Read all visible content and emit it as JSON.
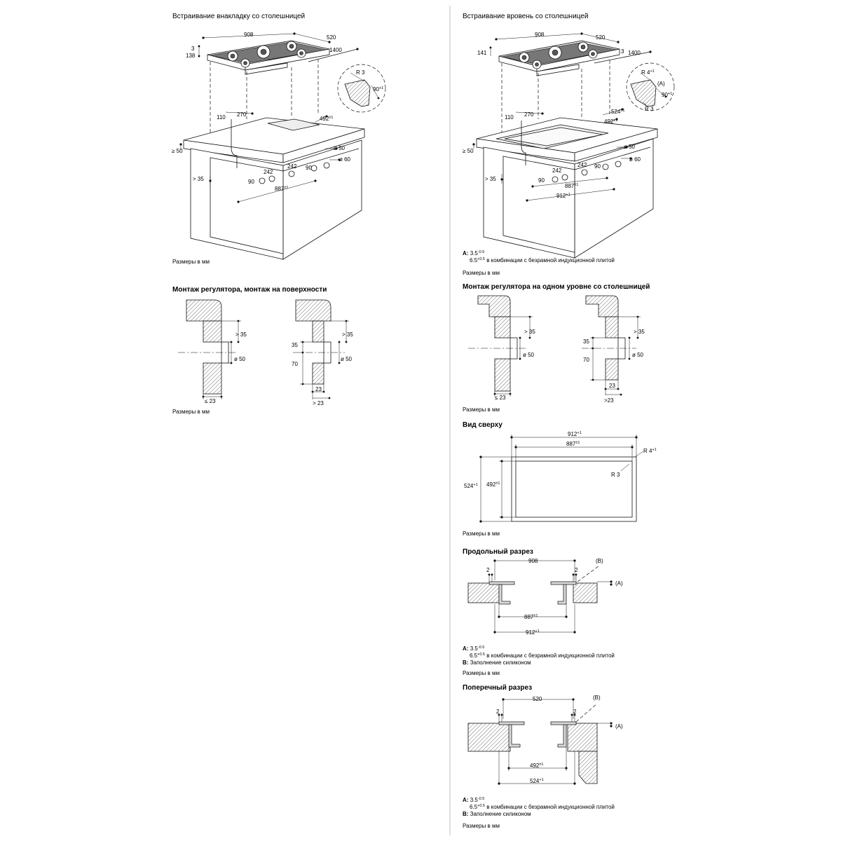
{
  "left": {
    "title_top": "Встраивание внакладку со столешницей",
    "dims_top": {
      "d908": "908",
      "d520": "520",
      "d3": "3",
      "d138": "138",
      "d1400": "1400",
      "r3": "R 3",
      "a90": "90",
      "a90sup": "+1"
    },
    "dims_body": {
      "d110": "110",
      "d270": "270",
      "d492": "492",
      "d492sup": "±1",
      "d50a": "≥ 50",
      "d35": "> 35",
      "d242a": "242",
      "d242b": "242",
      "d90a": "90",
      "d90b": "90",
      "d50": "ø 50",
      "d60": "ø 60",
      "d887": "887",
      "d887sup": "±1"
    },
    "units1": "Размеры в мм",
    "title_ctrl": "Монтаж регулятора, монтаж на поверхности",
    "ctrl": {
      "gt35a": "> 35",
      "o50a": "ø 50",
      "le23": "≤ 23",
      "d35": "35",
      "d70": "70",
      "gt35b": "> 35",
      "o50b": "ø 50",
      "d23": "23",
      "gt23": "> 23"
    },
    "units2": "Размеры в мм"
  },
  "right": {
    "title_top": "Встраивание вровень со столешницей",
    "dims_top": {
      "d908": "908",
      "d520": "520",
      "d141": "141",
      "d3": "3",
      "d1400": "1400",
      "r4": "R 4",
      "r4sup": "+1",
      "a": "(A)",
      "a90": "90",
      "a90sup": "+1",
      "r3": "R 3"
    },
    "dims_body": {
      "d110": "110",
      "d270": "270",
      "d524": "524",
      "d524sup": "±1",
      "d492": "492",
      "d492sup": "±1",
      "d50a": "≥ 50",
      "d35": "> 35",
      "d242a": "242",
      "d242b": "242",
      "d90a": "90",
      "d90b": "90",
      "d50": "ø 50",
      "d60": "ø 60",
      "d887": "887",
      "d887sup": "±1",
      "d912": "912",
      "d912sup": "+1"
    },
    "note1": {
      "a": "A:",
      "a_val": "3.5",
      "a_sup": "-0.5",
      "line2": "6.5",
      "line2_sup": "+0.5",
      "line2_text": " в комбинации с безрамной индукционной плитой"
    },
    "units1": "Размеры в мм",
    "title_ctrl": "Монтаж регулятора на одном уровне со столешницей",
    "ctrl": {
      "gt35a": "> 35",
      "o50a": "ø 50",
      "le23": "≤ 23",
      "d35": "35",
      "d70": "70",
      "gt35b": "> 35",
      "o50b": "ø 50",
      "d23": "23",
      "gt23": ">23"
    },
    "units2": "Размеры в мм",
    "title_view": "Вид сверху",
    "view": {
      "d912": "912",
      "d912sup": "+1",
      "d887": "887",
      "d887sup": "±1",
      "r4": "R 4",
      "r4sup": "+1",
      "r3": "R 3",
      "d524": "524",
      "d524sup": "+1",
      "d492": "492",
      "d492sup": "±1"
    },
    "units3": "Размеры в мм",
    "title_long": "Продольный разрез",
    "long": {
      "d908": "908",
      "b": "(B)",
      "d2a": "2",
      "d2b": "2",
      "a": "(A)",
      "d887": "887",
      "d887sup": "±1",
      "d912": "912",
      "d912sup": "+1"
    },
    "note2": {
      "a": "A:",
      "a_val": "3.5",
      "a_sup": "-0.5",
      "line2": "6.5",
      "line2_sup": "+0.5",
      "line2_text": " в комбинации с безрамной индукционной плитой",
      "b": "B:",
      "b_text": " Заполнение силиконом"
    },
    "units4": "Размеры в мм",
    "title_cross": "Поперечный разрез",
    "cross": {
      "d520": "520",
      "b": "(B)",
      "d2a": "2",
      "d2b": "2",
      "a": "(A)",
      "d492": "492",
      "d492sup": "±1",
      "d524": "524",
      "d524sup": "+1"
    },
    "note3": {
      "a": "A:",
      "a_val": "3.5",
      "a_sup": "-0.5",
      "line2": "6.5",
      "line2_sup": "+0.5",
      "line2_text": " в комбинации с безрамной индукционной плитой",
      "b": "B:",
      "b_text": " Заполнение силиконом"
    },
    "units5": "Размеры в мм"
  }
}
